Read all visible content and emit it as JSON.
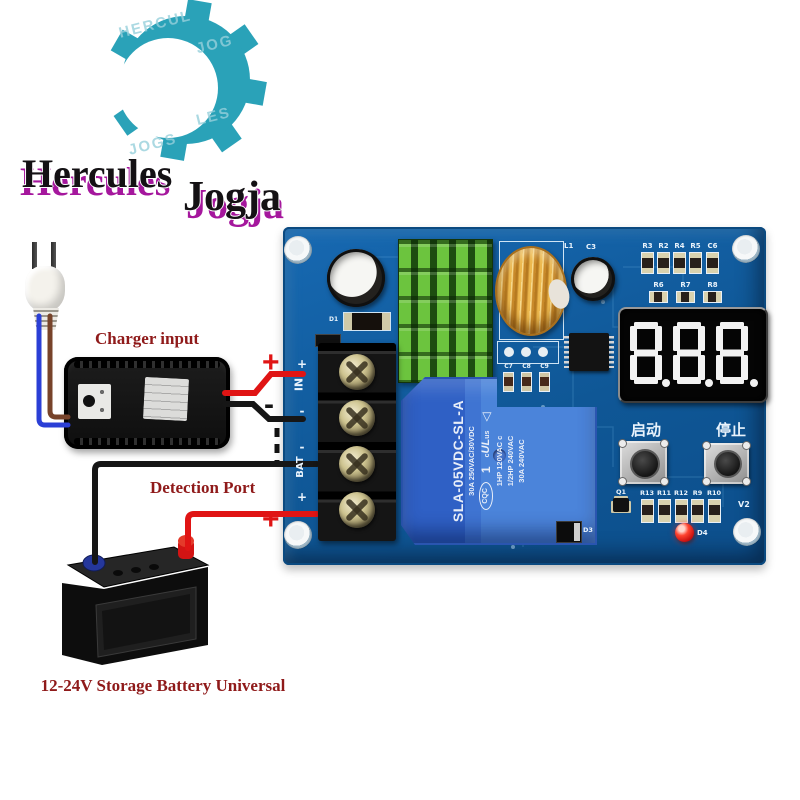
{
  "logo": {
    "brand_primary": "Hercules",
    "brand_secondary": "Jogja",
    "watermarks": [
      "HERCUL",
      "JOG",
      "LES",
      "JOGS"
    ],
    "colors": {
      "gear": "#2aa2b8",
      "text": "#141114",
      "shadow": "#a5179d"
    }
  },
  "diagram": {
    "charger_label": "Charger input",
    "detection_label": "Detection Port",
    "battery_label": "12-24V Storage Battery Universal",
    "in_plus": "+",
    "in_minus": "-",
    "bat_plus": "+",
    "label_color": "#8f1a1a"
  },
  "board": {
    "terminal": {
      "in_plus": "+",
      "in": "IN",
      "in_minus": "-",
      "bat_minus": "-",
      "bat": "BAT",
      "bat_plus": "+"
    },
    "silkscreen": {
      "l1": "L1",
      "c3": "C3",
      "d1": "D1",
      "d3": "D3",
      "q1": "Q1",
      "v2": "V2",
      "d4": "D4",
      "row_top": [
        "R3",
        "R2",
        "R4",
        "R5",
        "C6"
      ],
      "row_mid": [
        "R6",
        "R7",
        "R8"
      ],
      "row_caps": [
        "C7",
        "C8",
        "C9"
      ],
      "row_bottom": [
        "R13",
        "R11",
        "R12",
        "R9",
        "R10"
      ]
    },
    "buttons": {
      "start": "启动",
      "stop": "停止"
    },
    "display": {
      "value": "8.8.8"
    },
    "relay": {
      "model": "SLA-05VDC-SL-A",
      "rating1": "30A 250VAC/30VDC",
      "cert_cqc": "CQC",
      "cert_num": "1",
      "cert_ul_c": "c",
      "cert_ul": "UL",
      "cert_ul_us": "us",
      "cert_triangle": "◁",
      "rating2": "1HP 120VAC c",
      "rating3": "1/2HP 240VAC",
      "rating4": "30A 240VAC"
    }
  }
}
